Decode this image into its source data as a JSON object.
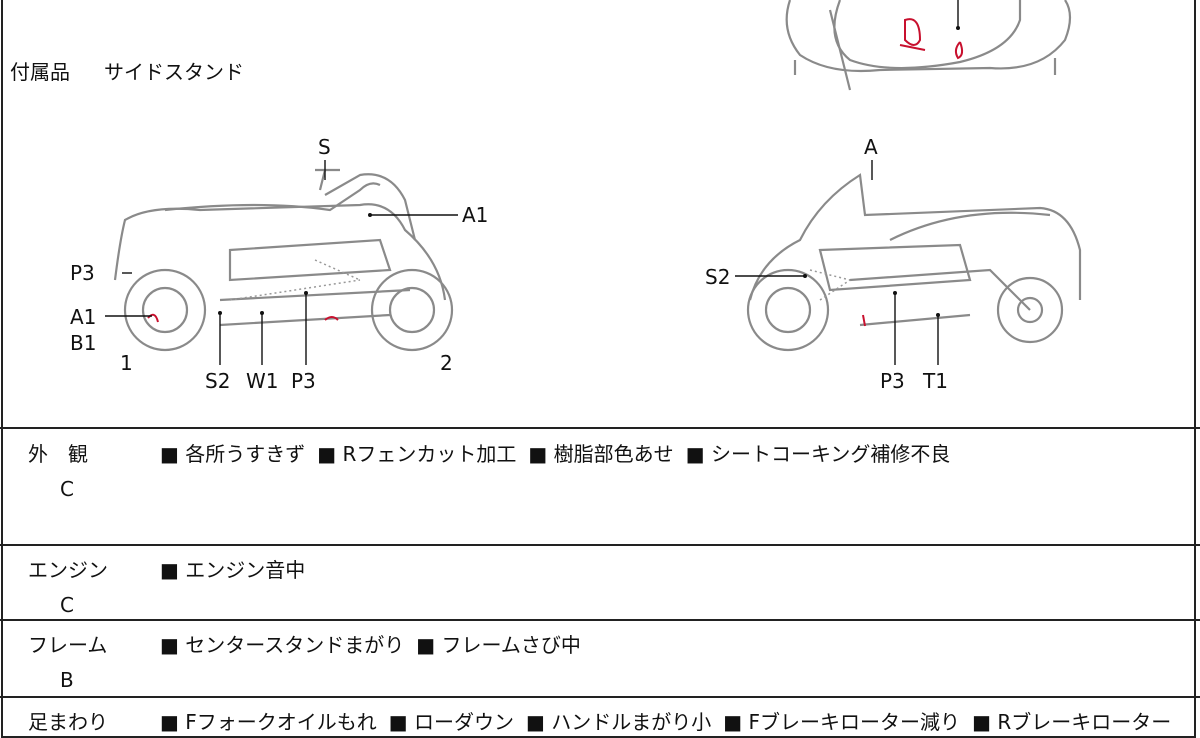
{
  "accessories": {
    "label": "付属品",
    "value": "サイドスタンド"
  },
  "diagram": {
    "left_labels": {
      "s": "S",
      "a1_top": "A1",
      "p3_left": "P3",
      "a1_left": "A1",
      "b1": "B1",
      "n1": "1",
      "s2": "S2",
      "w1": "W1",
      "p3_bottom": "P3",
      "n2": "2"
    },
    "right_labels": {
      "a": "A",
      "s2": "S2",
      "p3": "P3",
      "t1": "T1"
    }
  },
  "sections": [
    {
      "name": "外　観",
      "grade": "C",
      "items": [
        "■ 各所うすきず",
        "■ Rフェンカット加工",
        "■ 樹脂部色あせ",
        "■ シートコーキング補修不良"
      ]
    },
    {
      "name": "エンジン",
      "grade": "C",
      "items": [
        "■ エンジン音中"
      ]
    },
    {
      "name": "フレーム",
      "grade": "B",
      "items": [
        "■ センタースタンドまがり",
        "■ フレームさび中"
      ]
    },
    {
      "name": "足まわり",
      "grade": "",
      "items": [
        "■ Fフォークオイルもれ",
        "■ ローダウン",
        "■ ハンドルまがり小",
        "■ Fブレーキローター減り",
        "■ Rブレーキローター"
      ]
    }
  ]
}
